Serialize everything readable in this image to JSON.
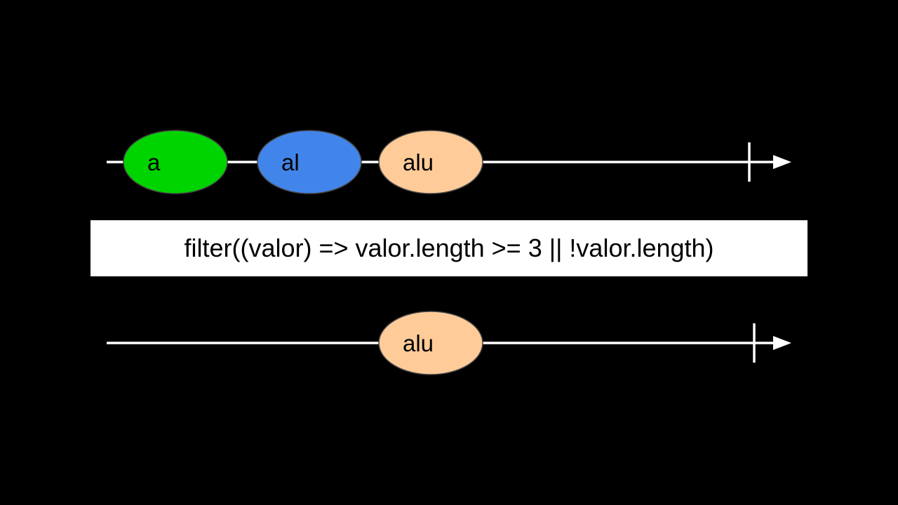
{
  "colors": {
    "background": "#000000",
    "timeline": "#ffffff",
    "operator_box": "#ffffff",
    "marble_a": "#00d400",
    "marble_al": "#4285ea",
    "marble_alu": "#ffcc99"
  },
  "source": {
    "marbles": [
      {
        "label": "a",
        "color": "#00d400"
      },
      {
        "label": "al",
        "color": "#4285ea"
      },
      {
        "label": "alu",
        "color": "#ffcc99"
      }
    ],
    "completed": true
  },
  "operator": {
    "text": "filter((valor) => valor.length >= 3 || !valor.length)"
  },
  "result": {
    "marbles": [
      {
        "label": "alu",
        "color": "#ffcc99"
      }
    ],
    "completed": true
  }
}
